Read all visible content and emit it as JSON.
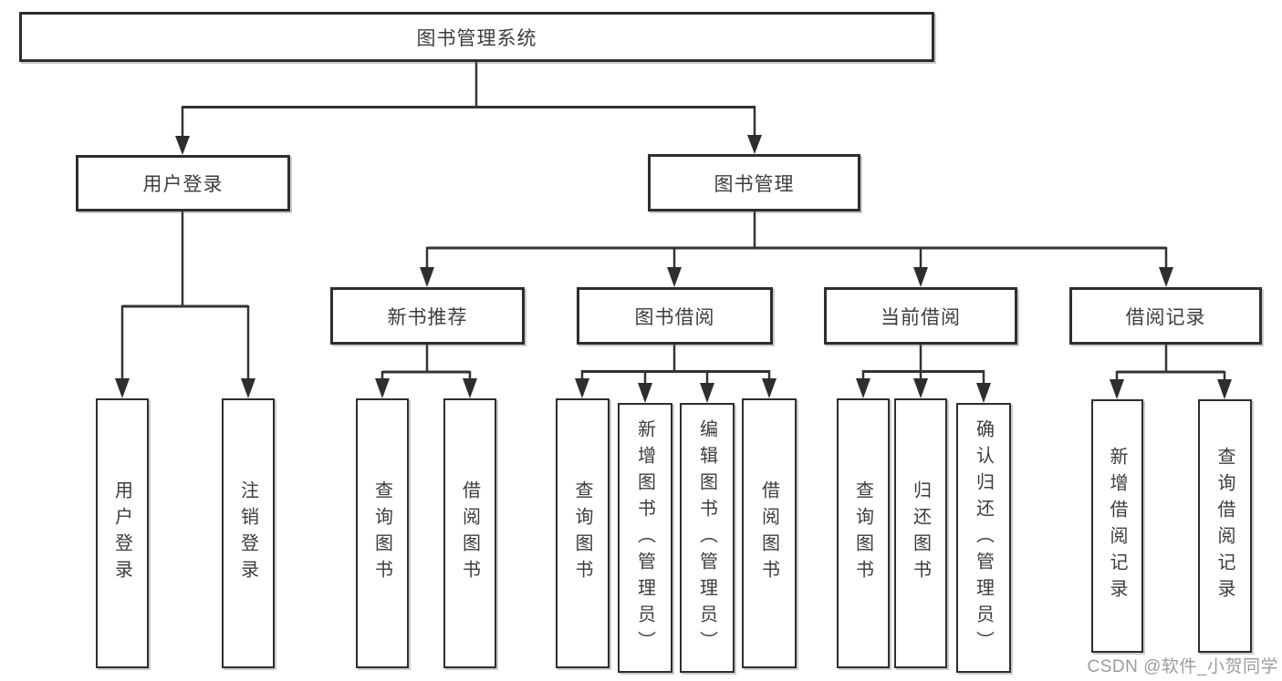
{
  "diagram_title": "图书管理系统",
  "nodes": {
    "root": "图书管理系统",
    "user_login": "用户登录",
    "book_mgmt": "图书管理",
    "new_book_rec": "新书推荐",
    "book_borrow": "图书借阅",
    "current_borrow": "当前借阅",
    "borrow_records": "借阅记录",
    "leaf_user_login": "用户登录",
    "leaf_logout": "注销登录",
    "leaf_query_book_rec": "查询图书",
    "leaf_borrow_book_rec": "借阅图书",
    "leaf_query_book_borrow": "查询图书",
    "leaf_add_book_admin": "新增图书（管理员）",
    "leaf_edit_book_admin": "编辑图书（管理员）",
    "leaf_borrow_book_borrow": "借阅图书",
    "leaf_query_book_current": "查询图书",
    "leaf_return_book": "归还图书",
    "leaf_confirm_return_admin": "确认归还（管理员）",
    "leaf_add_record": "新增借阅记录",
    "leaf_query_record": "查询借阅记录"
  },
  "edges": [
    [
      "图书管理系统",
      "用户登录"
    ],
    [
      "图书管理系统",
      "图书管理"
    ],
    [
      "用户登录",
      "用户登录"
    ],
    [
      "用户登录",
      "注销登录"
    ],
    [
      "图书管理",
      "新书推荐"
    ],
    [
      "图书管理",
      "图书借阅"
    ],
    [
      "图书管理",
      "当前借阅"
    ],
    [
      "图书管理",
      "借阅记录"
    ],
    [
      "新书推荐",
      "查询图书"
    ],
    [
      "新书推荐",
      "借阅图书"
    ],
    [
      "图书借阅",
      "查询图书"
    ],
    [
      "图书借阅",
      "新增图书（管理员）"
    ],
    [
      "图书借阅",
      "编辑图书（管理员）"
    ],
    [
      "图书借阅",
      "借阅图书"
    ],
    [
      "当前借阅",
      "查询图书"
    ],
    [
      "当前借阅",
      "归还图书"
    ],
    [
      "当前借阅",
      "确认归还（管理员）"
    ],
    [
      "借阅记录",
      "新增借阅记录"
    ],
    [
      "借阅记录",
      "查询借阅记录"
    ]
  ],
  "watermark": "CSDN @软件_小贺同学",
  "colors": {
    "background": "#ffffff",
    "line": "#333333",
    "box_border": "#2e2e2e",
    "box_fill": "#ffffff",
    "text": "#3d3d3d",
    "watermark": "#9c9c9c"
  }
}
